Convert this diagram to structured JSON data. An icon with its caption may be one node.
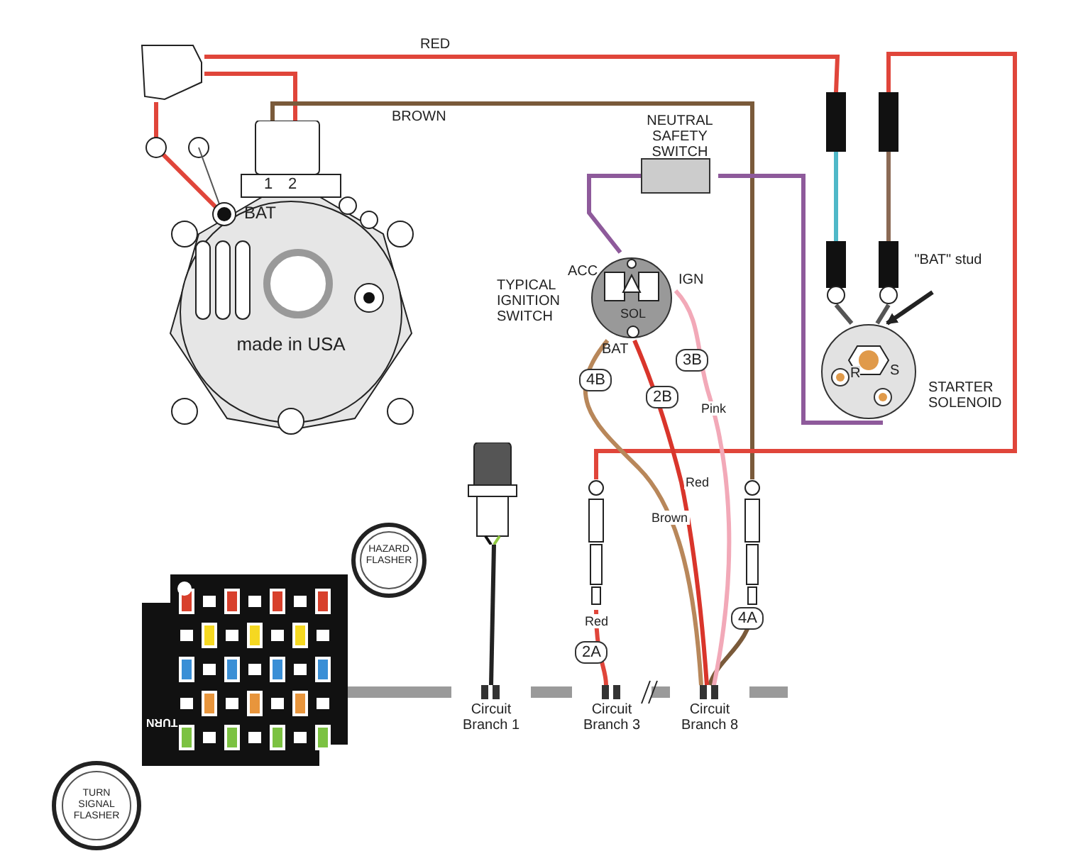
{
  "diagram": {
    "nodes": [
      {
        "text": [
          "BAT",
          "made in USA"
        ]
      },
      {
        "text": [],
        "shape": "box"
      },
      {
        "text": [
          "NEUTRAL SAFETY SWITCH"
        ]
      },
      {
        "text": [
          "TYPICAL IGNITION SWITCH"
        ]
      },
      {
        "text": [
          "STARTER SOLENOID"
        ]
      },
      {
        "text": [],
        "shape": "bar"
      },
      {
        "text": [],
        "shape": "bar"
      },
      {
        "text": [],
        "shape": "box"
      },
      {
        "text": [],
        "shape": "bar"
      },
      {
        "text": [],
        "shape": "bar"
      },
      {
        "text": [
          "Circuit Branch 1"
        ]
      },
      {
        "text": [
          "Circuit Branch 3"
        ]
      },
      {
        "text": [
          "Circuit Branch 8"
        ]
      },
      {
        "text": [],
        "shape": "picture"
      },
      {
        "text": [
          "HAZARD FLASHER"
        ]
      },
      {
        "text": [
          "TURN SIGNAL FLASHER"
        ]
      },
      {
        "text": [
          "\"BAT\" stud"
        ]
      }
    ],
    "edges": [
      {
        "from": 1,
        "to": 5,
        "arrow": "none",
        "label": "RED",
        "color": "#e0453a"
      },
      {
        "from": 1,
        "to": 0,
        "arrow": "none",
        "color": "#e0453a"
      },
      {
        "from": 1,
        "to": 0,
        "arrow": "none",
        "color": "#e0453a"
      },
      {
        "from": 0,
        "to": 9,
        "arrow": "none",
        "label": "BROWN",
        "color": "#7a5a3a"
      },
      {
        "from": 9,
        "to": 12,
        "arrow": "none",
        "color": "#7a5a3a"
      },
      {
        "from": 6,
        "to": 8,
        "arrow": "none",
        "color": "#e0453a"
      },
      {
        "from": 8,
        "to": 11,
        "arrow": "none",
        "label": "Red",
        "color": "#e0453a"
      },
      {
        "from": 5,
        "to": 4,
        "arrow": "none",
        "color": "#555555"
      },
      {
        "from": 6,
        "to": 4,
        "arrow": "none",
        "color": "#555555"
      },
      {
        "from": 2,
        "to": 3,
        "arrow": "none",
        "color": "#8e5a9b"
      },
      {
        "from": 2,
        "to": 4,
        "arrow": "none",
        "color": "#8e5a9b"
      },
      {
        "from": 3,
        "to": 12,
        "arrow": "none",
        "label": "Brown",
        "color": "#b8875a"
      },
      {
        "from": 3,
        "to": 12,
        "arrow": "none",
        "label": "Red",
        "color": "#d9352b"
      },
      {
        "from": 3,
        "to": 12,
        "arrow": "none",
        "label": "Pink",
        "color": "#f2a9b8"
      },
      {
        "from": 7,
        "to": 10,
        "arrow": "none",
        "color": "#222222"
      },
      {
        "from": 13,
        "to": 10,
        "arrow": "none",
        "style": "thick",
        "color": "#9a9a9a"
      },
      {
        "from": 10,
        "to": 11,
        "arrow": "none",
        "style": "thick",
        "color": "#9a9a9a"
      },
      {
        "from": 11,
        "to": 12,
        "arrow": "none",
        "style": "thick",
        "color": "#9a9a9a"
      },
      {
        "from": 16,
        "to": 4,
        "arrow": "to",
        "color": "#222222"
      }
    ],
    "labels": [
      "1",
      "2",
      "ACC",
      "IGN",
      "SOL",
      "BAT",
      "R",
      "S",
      "4B",
      "2B",
      "3B",
      "2A",
      "4A",
      "TURN"
    ]
  }
}
